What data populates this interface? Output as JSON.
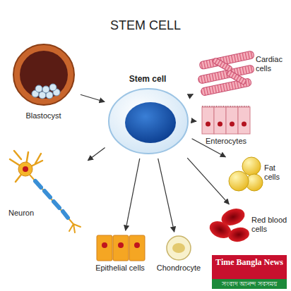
{
  "diagram": {
    "title": "STEM CELL",
    "nodes": [
      {
        "text": [
          "Blastocyst"
        ]
      },
      {
        "text": [
          "Stem cell"
        ]
      },
      {
        "text": [
          "Cardiac cells"
        ]
      },
      {
        "text": [
          "Enterocytes"
        ]
      },
      {
        "text": [
          "Fat cells"
        ]
      },
      {
        "text": [
          "Red blood cells"
        ]
      },
      {
        "text": [
          "Chondrocyte"
        ]
      },
      {
        "text": [
          "Epithelial cells"
        ]
      },
      {
        "text": [
          "Neuron"
        ]
      }
    ],
    "edges": [
      {
        "from": 0,
        "to": 1,
        "arrow": "to"
      },
      {
        "from": 1,
        "to": 2,
        "arrow": "to"
      },
      {
        "from": 1,
        "to": 3,
        "arrow": "to"
      },
      {
        "from": 1,
        "to": 4,
        "arrow": "to"
      },
      {
        "from": 1,
        "to": 5,
        "arrow": "to"
      },
      {
        "from": 1,
        "to": 6,
        "arrow": "to"
      },
      {
        "from": 1,
        "to": 7,
        "arrow": "to"
      },
      {
        "from": 1,
        "to": 8,
        "arrow": "to"
      }
    ],
    "labels": [
      "Time Bangla News",
      "সংবাদ আনন্দ সবসময়"
    ]
  }
}
